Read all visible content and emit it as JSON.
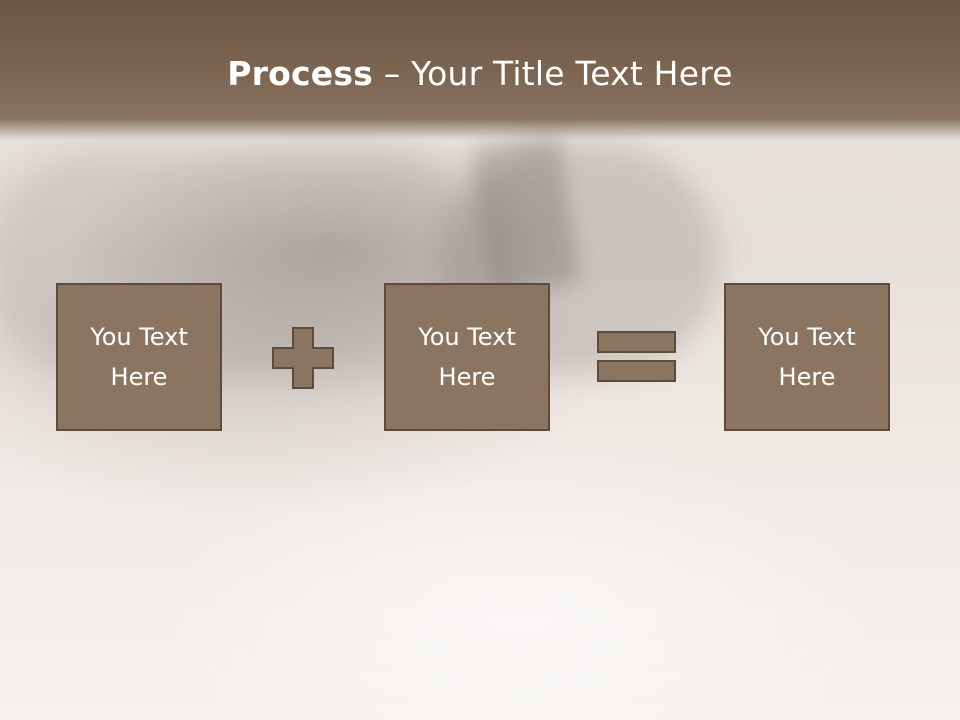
{
  "title": {
    "bold_part": "Process",
    "rest": " – Your Title Text Here"
  },
  "boxes": [
    {
      "label": "You Text Here"
    },
    {
      "label": "You Text Here"
    },
    {
      "label": "You Text Here"
    }
  ],
  "operators": {
    "first": "plus-icon",
    "second": "equals-icon"
  },
  "colors": {
    "title_band": "#7d6652",
    "box_fill": "#8b7561",
    "box_border": "#5e4b3b",
    "text": "#ffffff"
  }
}
